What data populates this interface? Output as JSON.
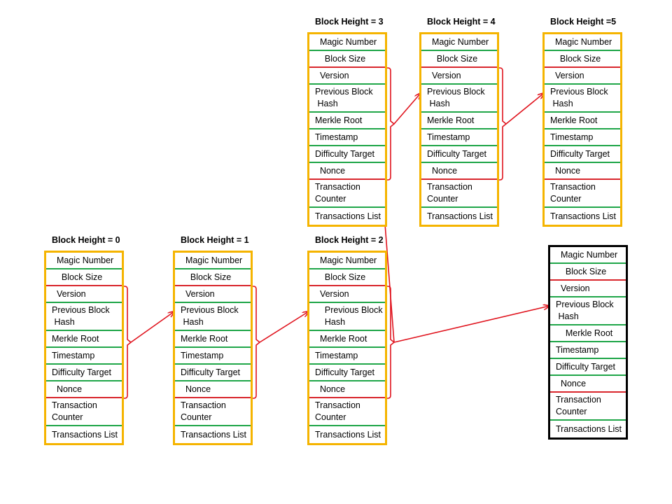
{
  "diagram": {
    "blocks": [
      {
        "id": "b0",
        "title": "Block Height = 0",
        "style": "main",
        "fields": [
          {
            "label": "  Magic Number",
            "line": "green"
          },
          {
            "label": "    Block Size",
            "line": "red"
          },
          {
            "label": "  Version",
            "line": "green"
          },
          {
            "label": "Previous Block\n Hash",
            "line": "green"
          },
          {
            "label": "Merkle Root",
            "line": "green"
          },
          {
            "label": "Timestamp",
            "line": "green"
          },
          {
            "label": "Difficulty Target",
            "line": "green"
          },
          {
            "label": "  Nonce",
            "line": "red"
          },
          {
            "label": "Transaction\nCounter",
            "line": "green"
          },
          {
            "label": "Transactions List",
            "line": "green"
          }
        ]
      },
      {
        "id": "b1",
        "title": "Block Height = 1",
        "style": "main",
        "fields": [
          {
            "label": "  Magic Number",
            "line": "green"
          },
          {
            "label": "    Block Size",
            "line": "red"
          },
          {
            "label": "  Version",
            "line": "green"
          },
          {
            "label": "Previous Block\n Hash",
            "line": "green"
          },
          {
            "label": "Merkle Root",
            "line": "green"
          },
          {
            "label": "Timestamp",
            "line": "green"
          },
          {
            "label": "Difficulty Target",
            "line": "green"
          },
          {
            "label": "  Nonce",
            "line": "red"
          },
          {
            "label": "Transaction\nCounter",
            "line": "green"
          },
          {
            "label": "Transactions List",
            "line": "green"
          }
        ]
      },
      {
        "id": "b2",
        "title": "Block Height = 2",
        "style": "main",
        "fields": [
          {
            "label": "  Magic Number",
            "line": "green"
          },
          {
            "label": "    Block Size",
            "line": "red"
          },
          {
            "label": "  Version",
            "line": "green"
          },
          {
            "label": "    Previous Block\n    Hash",
            "line": "green"
          },
          {
            "label": "  Merkle Root",
            "line": "green"
          },
          {
            "label": "Timestamp",
            "line": "green"
          },
          {
            "label": "Difficulty Target",
            "line": "green"
          },
          {
            "label": "  Nonce",
            "line": "red"
          },
          {
            "label": "Transaction\nCounter",
            "line": "green"
          },
          {
            "label": "Transactions List",
            "line": "green"
          }
        ]
      },
      {
        "id": "b3",
        "title": "Block Height = 3",
        "style": "main",
        "fields": [
          {
            "label": "  Magic Number",
            "line": "green"
          },
          {
            "label": "    Block Size",
            "line": "red"
          },
          {
            "label": "  Version",
            "line": "green"
          },
          {
            "label": "Previous Block\n Hash",
            "line": "green"
          },
          {
            "label": "Merkle Root",
            "line": "green"
          },
          {
            "label": "Timestamp",
            "line": "green"
          },
          {
            "label": "Difficulty Target",
            "line": "green"
          },
          {
            "label": "  Nonce",
            "line": "red"
          },
          {
            "label": "Transaction\nCounter",
            "line": "green"
          },
          {
            "label": "Transactions List",
            "line": "green"
          }
        ]
      },
      {
        "id": "b4",
        "title": "Block Height = 4",
        "style": "main",
        "fields": [
          {
            "label": "  Magic Number",
            "line": "green"
          },
          {
            "label": "    Block Size",
            "line": "red"
          },
          {
            "label": "  Version",
            "line": "green"
          },
          {
            "label": "Previous Block\n Hash",
            "line": "green"
          },
          {
            "label": "Merkle Root",
            "line": "green"
          },
          {
            "label": "Timestamp",
            "line": "green"
          },
          {
            "label": "Difficulty Target",
            "line": "green"
          },
          {
            "label": "  Nonce",
            "line": "red"
          },
          {
            "label": "Transaction\nCounter",
            "line": "green"
          },
          {
            "label": "Transactions List",
            "line": "green"
          }
        ]
      },
      {
        "id": "b5",
        "title": "Block Height =5",
        "style": "main",
        "fields": [
          {
            "label": "  Magic Number",
            "line": "green"
          },
          {
            "label": "    Block Size",
            "line": "red"
          },
          {
            "label": "  Version",
            "line": "green"
          },
          {
            "label": "Previous Block\n Hash",
            "line": "green"
          },
          {
            "label": "Merkle Root",
            "line": "green"
          },
          {
            "label": "Timestamp",
            "line": "green"
          },
          {
            "label": "Difficulty Target",
            "line": "green"
          },
          {
            "label": "  Nonce",
            "line": "red"
          },
          {
            "label": "Transaction\nCounter",
            "line": "green"
          },
          {
            "label": "Transactions List",
            "line": "green"
          }
        ]
      },
      {
        "id": "orphan",
        "title": "",
        "style": "orphan",
        "fields": [
          {
            "label": "  Magic Number",
            "line": "green"
          },
          {
            "label": "    Block Size",
            "line": "red"
          },
          {
            "label": "  Version",
            "line": "green"
          },
          {
            "label": "Previous Block\n Hash",
            "line": "green"
          },
          {
            "label": "    Merkle Root",
            "line": "green"
          },
          {
            "label": "Timestamp",
            "line": "green"
          },
          {
            "label": "Difficulty Target",
            "line": "green"
          },
          {
            "label": "  Nonce",
            "line": "red"
          },
          {
            "label": "Transaction\nCounter",
            "line": "green"
          },
          {
            "label": "Transactions List",
            "line": "green"
          }
        ]
      }
    ],
    "links": [
      {
        "from": "b0",
        "to": "b1"
      },
      {
        "from": "b1",
        "to": "b2"
      },
      {
        "from": "b2",
        "to": "b3"
      },
      {
        "from": "b2",
        "to": "orphan"
      },
      {
        "from": "b3",
        "to": "b4"
      },
      {
        "from": "b4",
        "to": "b5"
      }
    ],
    "colors": {
      "block_border": "#f5b400",
      "orphan_border": "#000000",
      "separator_green": "#1fa648",
      "separator_red": "#d9262c",
      "arrow": "#e0141e"
    }
  }
}
